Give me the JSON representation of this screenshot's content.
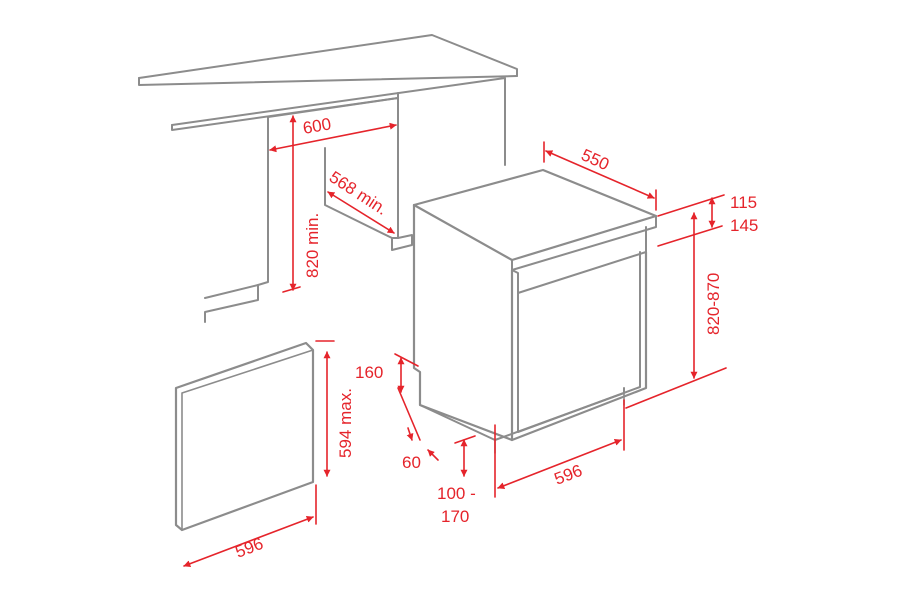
{
  "colors": {
    "outline": "#8c8c8c",
    "dimension": "#e5242b",
    "background": "#ffffff"
  },
  "dimensions": {
    "niche_width": "600",
    "niche_height": "820 min.",
    "niche_depth": "568 min.",
    "appliance_depth": "550",
    "worktop_gap_a": "115",
    "worktop_gap_b": "145",
    "appliance_height": "820-870",
    "plinth_height": "160",
    "plinth_setback": "60",
    "feet_line1": "100 -",
    "feet_line2": "170",
    "appliance_width": "596",
    "panel_height": "594 max.",
    "panel_width": "596"
  }
}
